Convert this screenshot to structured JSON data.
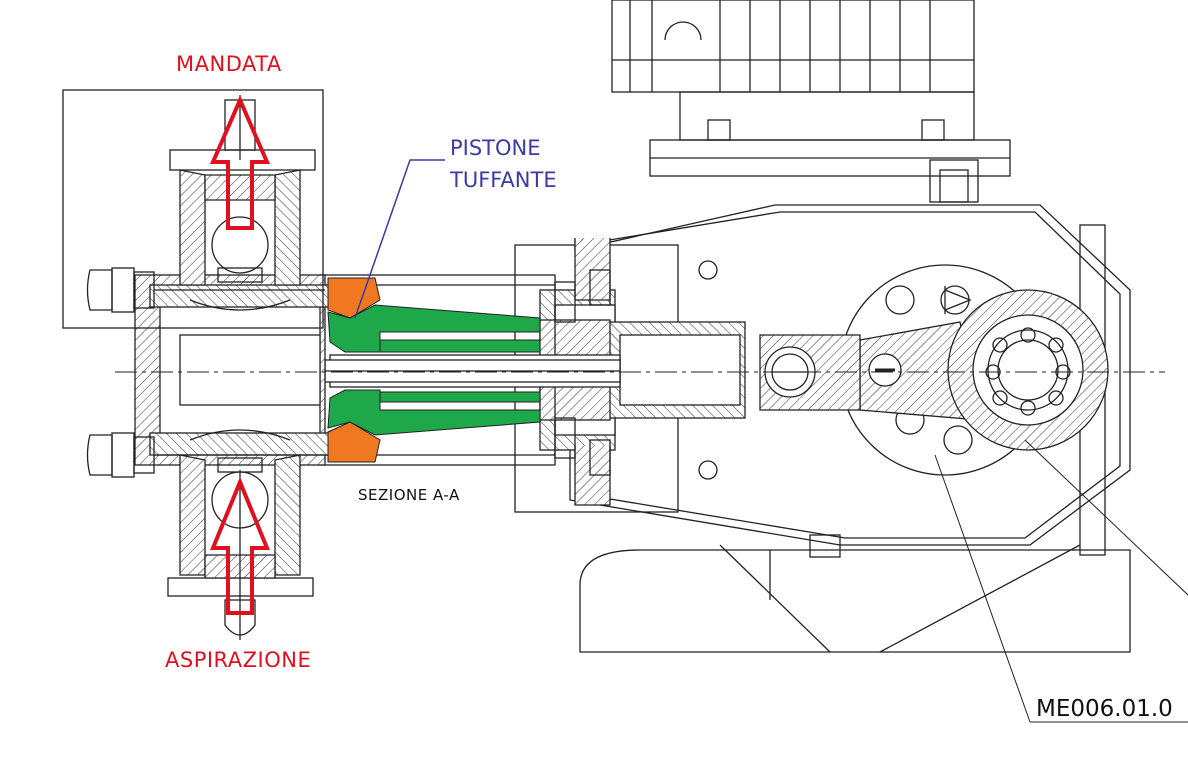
{
  "labels": {
    "mandata": "MANDATA",
    "aspirazione": "ASPIRAZIONE",
    "pistone_line1": "PISTONE",
    "pistone_line2": "TUFFANTE",
    "sezione": "SEZIONE A-A",
    "part_ref": "ME006.01.0"
  },
  "colors": {
    "flow_arrow": "#e0101e",
    "callout": "#3a3aa8",
    "seal_orange": "#f07820",
    "piston_green": "#1ea84a",
    "line": "#222222"
  }
}
